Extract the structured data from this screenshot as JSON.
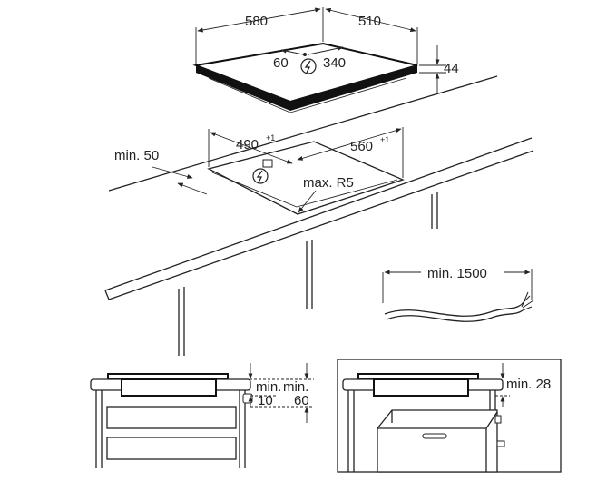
{
  "hob_dimensions": {
    "width": "580",
    "depth": "510",
    "height": "44",
    "connection_offset_left": "60",
    "connection_offset_right": "340"
  },
  "cutout_dimensions": {
    "width": "490",
    "width_tolerance": "+1",
    "depth": "560",
    "depth_tolerance": "+1",
    "corner_radius": "max. R5",
    "min_wall_distance": "min. 50"
  },
  "cable": {
    "min_length": "min. 1500"
  },
  "installation_details": {
    "drawer_gap_top": "min.",
    "drawer_gap_top_value": "10",
    "drawer_gap_bottom": "min.",
    "drawer_gap_bottom_value": "60",
    "oven_gap": "min. 28"
  },
  "icons": [
    "lightning-icon"
  ],
  "colors": {
    "line": "#222222",
    "fill_dark": "#111111",
    "background": "#ffffff"
  }
}
